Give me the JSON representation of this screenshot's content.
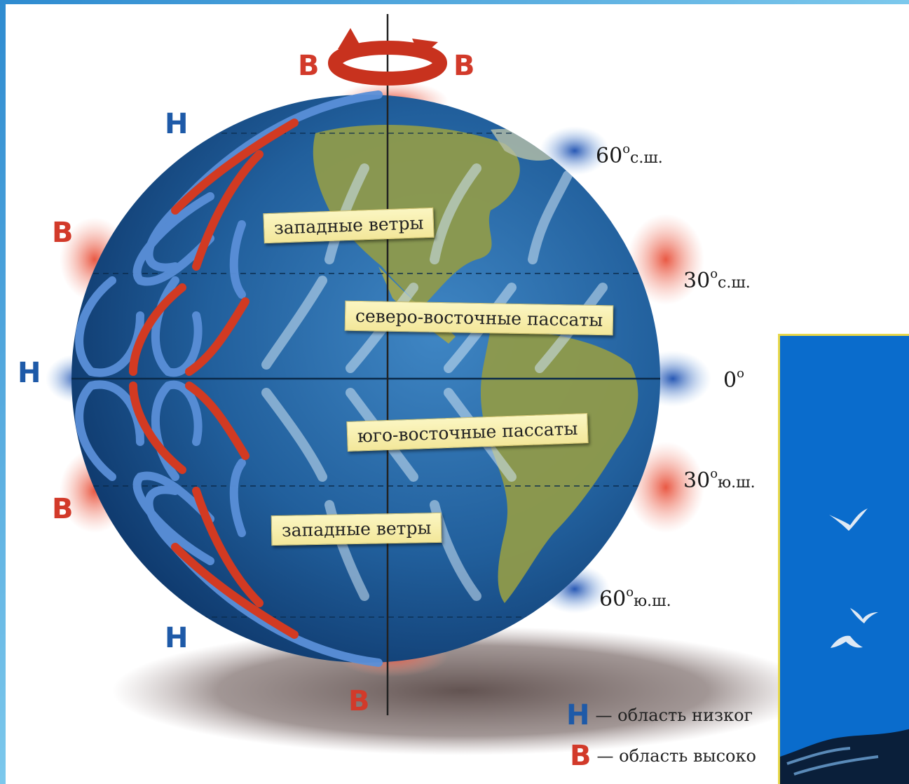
{
  "rotation_labels": {
    "left": "В",
    "right": "В"
  },
  "pressure_belts": [
    {
      "id": "north-low",
      "letter": "Н",
      "color": "#1e5aa8"
    },
    {
      "id": "north-high",
      "letter": "В",
      "color": "#d23a2a"
    },
    {
      "id": "equator-low",
      "letter": "Н",
      "color": "#1e5aa8"
    },
    {
      "id": "south-high",
      "letter": "В",
      "color": "#d23a2a"
    },
    {
      "id": "south-low",
      "letter": "Н",
      "color": "#1e5aa8"
    },
    {
      "id": "south-pole-high",
      "letter": "В",
      "color": "#d23a2a"
    }
  ],
  "latitudes": {
    "n60": {
      "num": "60",
      "deg": "o",
      "suf": "с.ш."
    },
    "n30": {
      "num": "30",
      "deg": "o",
      "suf": "с.ш."
    },
    "eq": {
      "num": "0",
      "deg": "o",
      "suf": ""
    },
    "s30": {
      "num": "30",
      "deg": "o",
      "suf": "ю.ш."
    },
    "s60": {
      "num": "60",
      "deg": "o",
      "suf": "ю.ш."
    }
  },
  "wind_bands": {
    "north_westerlies": "западные ветры",
    "ne_trades": "северо-восточные пассаты",
    "se_trades": "юго-восточные пассаты",
    "south_westerlies": "западные ветры"
  },
  "legend": {
    "low": {
      "letter": "Н",
      "text": "— область низког",
      "color": "#1e5aa8"
    },
    "high": {
      "letter": "В",
      "text": "— область высоко",
      "color": "#d23a2a"
    }
  },
  "colors": {
    "low": "#1e5aa8",
    "high": "#d23a2a",
    "ocean": "#1f5f9a",
    "land": "#8f9a4a",
    "label_bg": "#f6eeaa"
  }
}
